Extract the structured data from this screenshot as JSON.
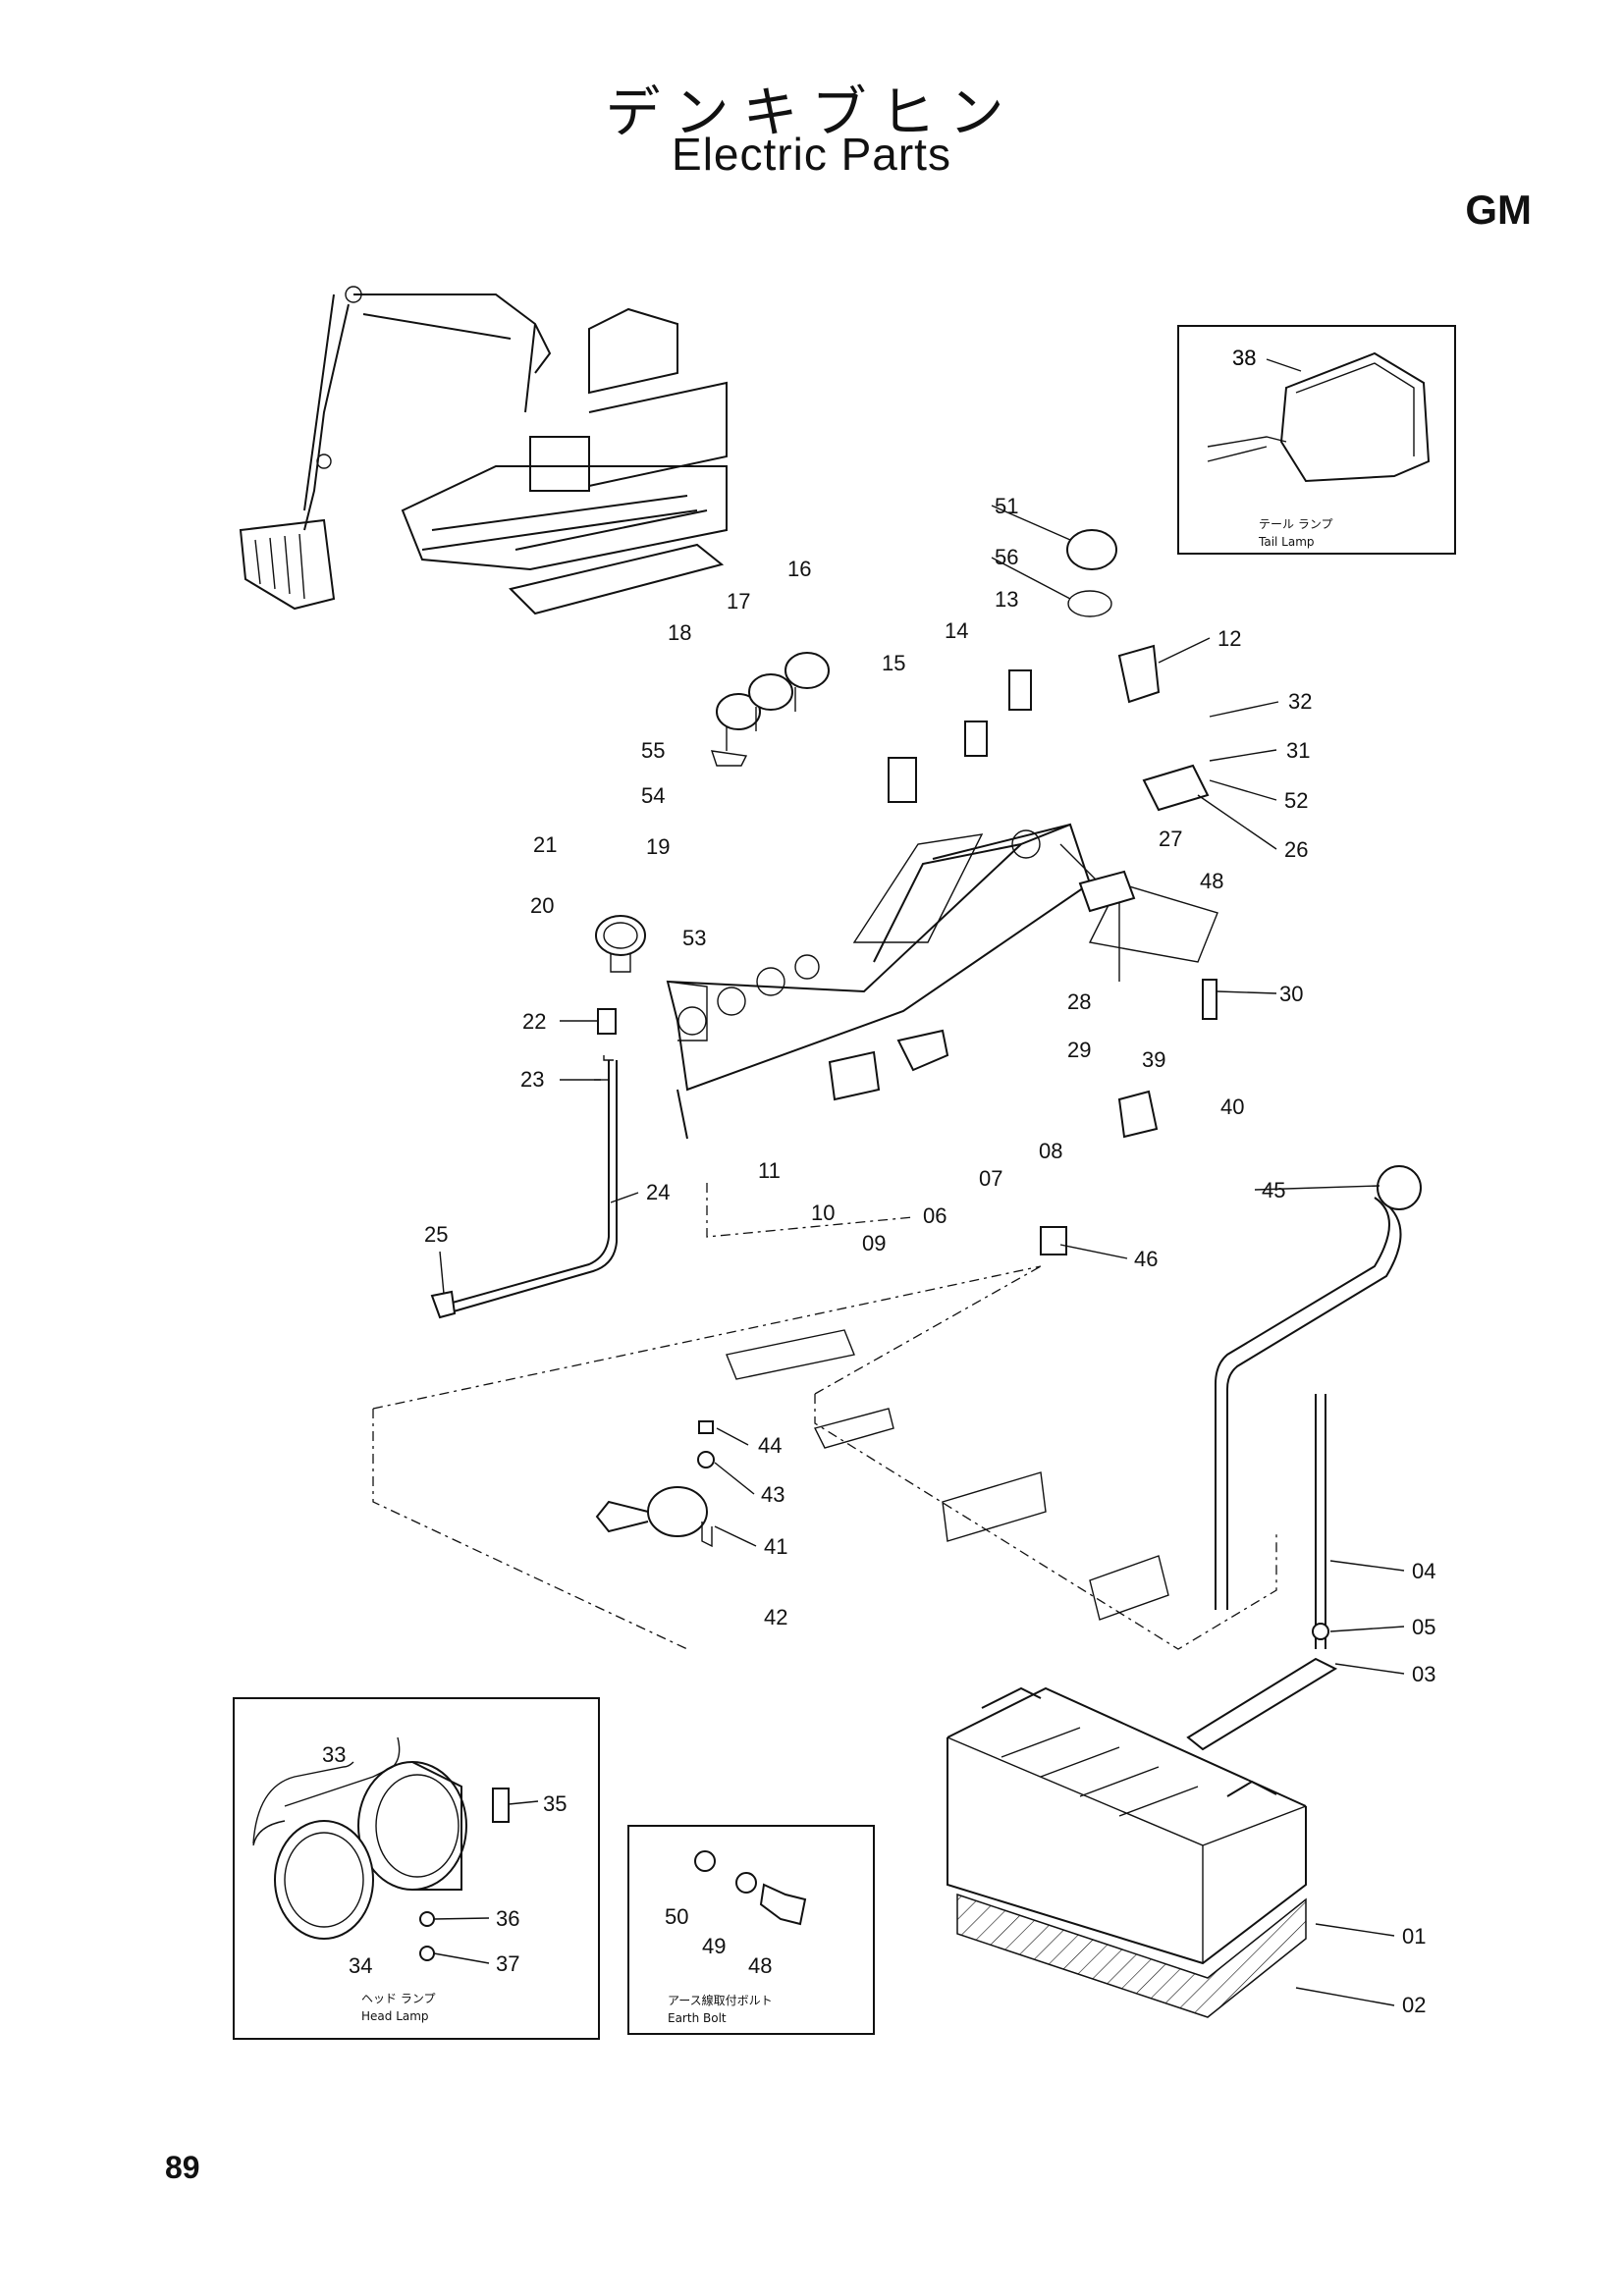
{
  "title_jp": "デンキブヒン",
  "title_en": "Electric Parts",
  "section_code": "GM",
  "page_number": "89",
  "insets": {
    "tail_lamp": {
      "caption_jp": "テール ランプ",
      "caption_en": "Tail Lamp"
    },
    "head_lamp": {
      "caption_jp": "ヘッド ランプ",
      "caption_en": "Head Lamp"
    },
    "earth_bolt": {
      "caption_jp": "アース線取付ボルト",
      "caption_en": "Earth Bolt"
    }
  },
  "callouts": [
    "01",
    "02",
    "03",
    "04",
    "05",
    "06",
    "07",
    "08",
    "09",
    "10",
    "11",
    "12",
    "13",
    "14",
    "15",
    "16",
    "17",
    "18",
    "19",
    "20",
    "21",
    "22",
    "23",
    "24",
    "25",
    "26",
    "27",
    "28",
    "29",
    "30",
    "31",
    "32",
    "33",
    "34",
    "35",
    "36",
    "37",
    "38",
    "39",
    "40",
    "41",
    "42",
    "43",
    "44",
    "45",
    "46",
    "48",
    "48",
    "49",
    "50",
    "51",
    "52",
    "53",
    "54",
    "55",
    "56"
  ]
}
